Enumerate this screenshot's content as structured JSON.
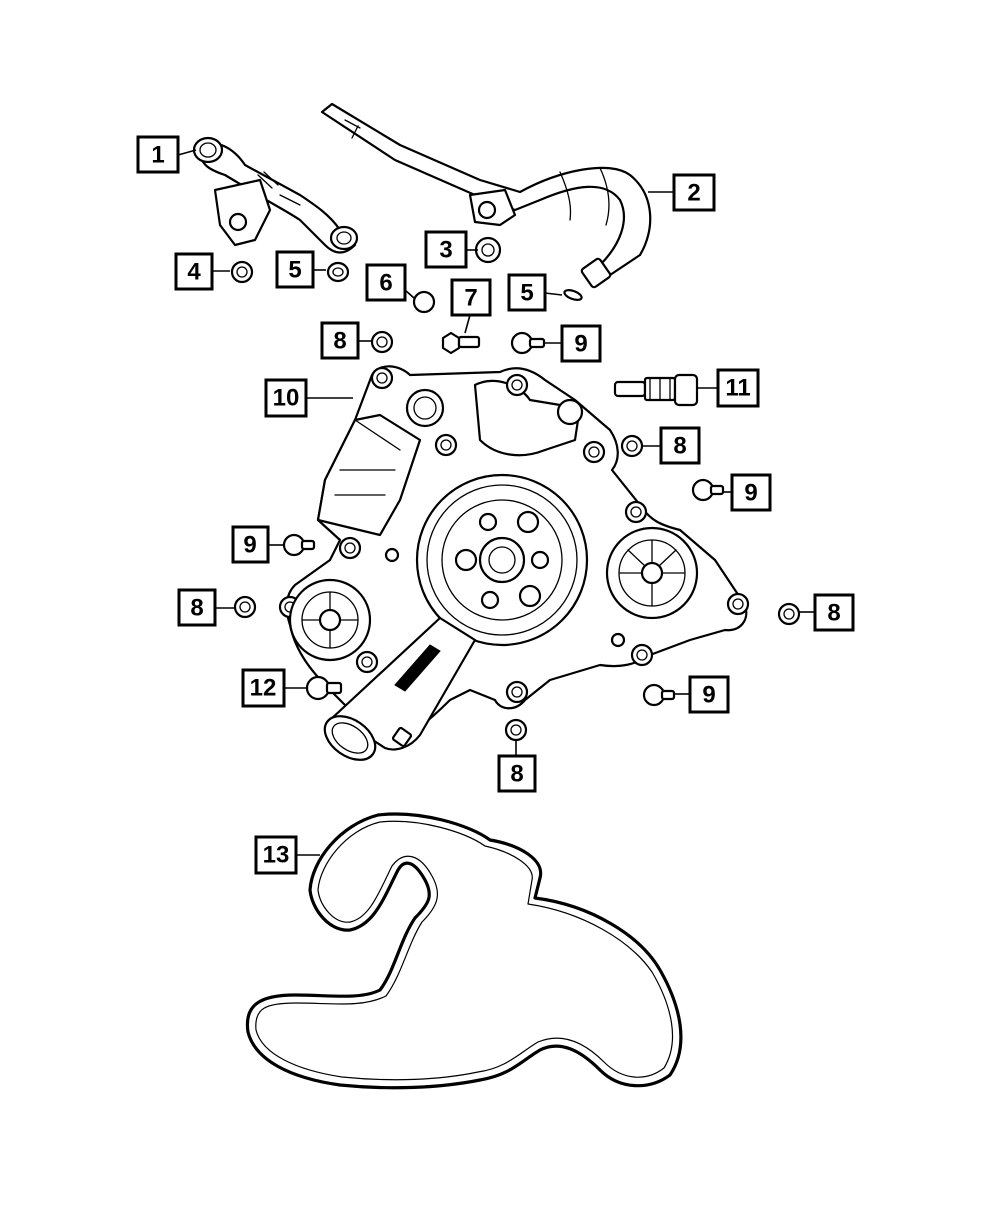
{
  "diagram": {
    "callouts": [
      {
        "id": "c1",
        "label": "1"
      },
      {
        "id": "c2",
        "label": "2"
      },
      {
        "id": "c3",
        "label": "3"
      },
      {
        "id": "c4",
        "label": "4"
      },
      {
        "id": "c5a",
        "label": "5"
      },
      {
        "id": "c5b",
        "label": "5"
      },
      {
        "id": "c6",
        "label": "6"
      },
      {
        "id": "c7",
        "label": "7"
      },
      {
        "id": "c8a",
        "label": "8"
      },
      {
        "id": "c8b",
        "label": "8"
      },
      {
        "id": "c8c",
        "label": "8"
      },
      {
        "id": "c8d",
        "label": "8"
      },
      {
        "id": "c8e",
        "label": "8"
      },
      {
        "id": "c9a",
        "label": "9"
      },
      {
        "id": "c9b",
        "label": "9"
      },
      {
        "id": "c9c",
        "label": "9"
      },
      {
        "id": "c9d",
        "label": "9"
      },
      {
        "id": "c10",
        "label": "10"
      },
      {
        "id": "c11",
        "label": "11"
      },
      {
        "id": "c12",
        "label": "12"
      },
      {
        "id": "c13",
        "label": "13"
      }
    ]
  }
}
